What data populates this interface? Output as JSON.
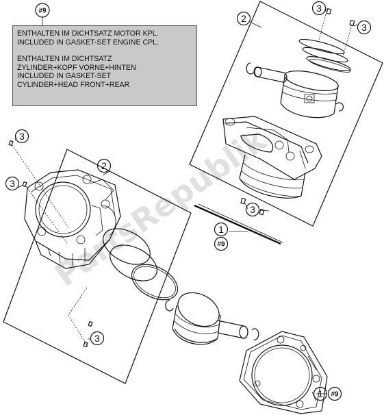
{
  "note": {
    "tag": "#9",
    "lines_block1": [
      "ENTHALTEN IM DICHTSATZ MOTOR KPL.",
      "INCLUDED IN GASKET-SET ENGINE CPL."
    ],
    "lines_block2": [
      "ENTHALTEN IM DICHTSATZ",
      "ZYLINDER+KOPF VORNE+HINTEN",
      "INCLUDED IN GASKET-SET",
      "CYLINDER+HEAD FRONT+REAR"
    ]
  },
  "callouts": {
    "two_top": "2",
    "two_left": "2",
    "three_a": "3",
    "three_b": "3",
    "three_c": "3",
    "three_d": "3",
    "three_e": "3",
    "three_f": "3",
    "one_mid": "1",
    "one_mid_tag": "#9",
    "one_bottom": "1",
    "one_bottom_tag": "#9"
  },
  "watermark": "PartsRepublik"
}
